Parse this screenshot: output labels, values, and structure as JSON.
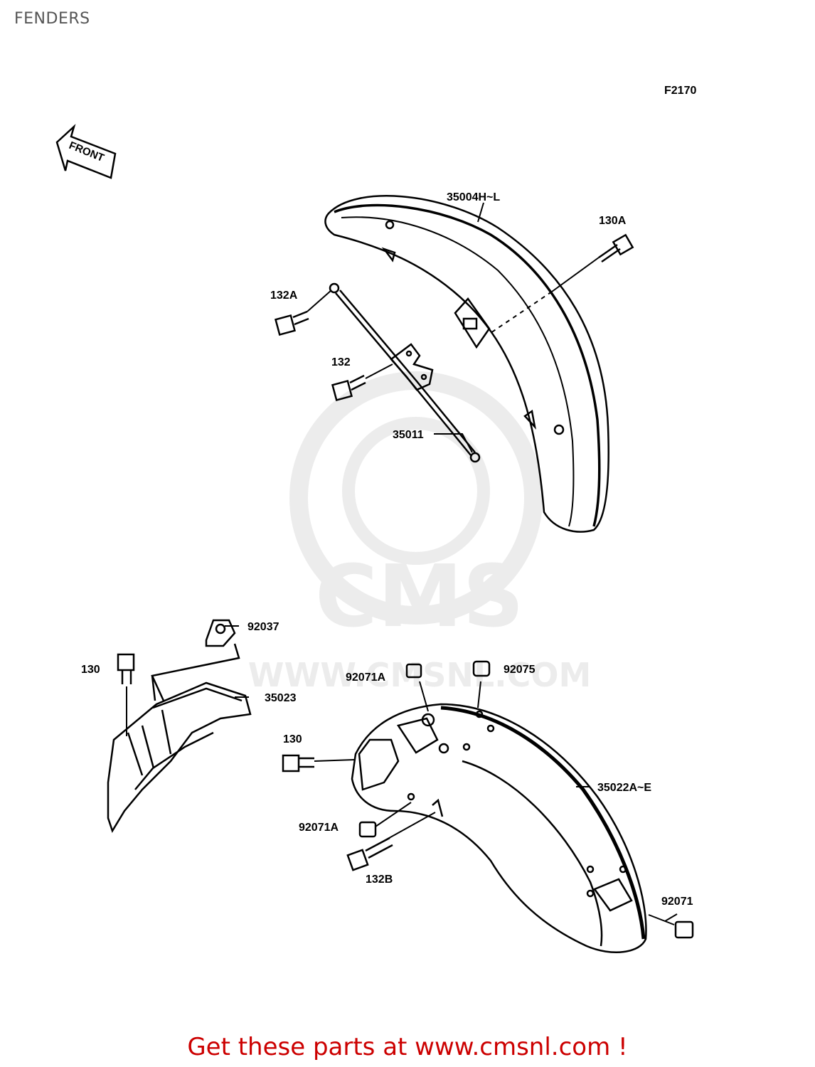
{
  "page": {
    "title": "FENDERS"
  },
  "figure": {
    "code": "F2170",
    "front_label": "FRONT"
  },
  "part_labels": [
    {
      "id": "front-fender",
      "text": "35004H~L"
    },
    {
      "id": "bolt-130a",
      "text": "130A"
    },
    {
      "id": "bolt-132a",
      "text": "132A"
    },
    {
      "id": "bolt-132",
      "text": "132"
    },
    {
      "id": "fender-stay",
      "text": "35011"
    },
    {
      "id": "clamp-92037",
      "text": "92037"
    },
    {
      "id": "bolt-130-inner",
      "text": "130"
    },
    {
      "id": "inner-fender",
      "text": "35023"
    },
    {
      "id": "nut-92071a-top",
      "text": "92071A"
    },
    {
      "id": "grommet-92075",
      "text": "92075"
    },
    {
      "id": "bolt-130-rear",
      "text": "130"
    },
    {
      "id": "rear-fender",
      "text": "35022A~E"
    },
    {
      "id": "nut-92071a-bottom",
      "text": "92071A"
    },
    {
      "id": "bolt-132b",
      "text": "132B"
    },
    {
      "id": "nut-92071",
      "text": "92071"
    }
  ],
  "watermark": {
    "brand": "CMS",
    "site": "WWW.CMSNL.COM"
  },
  "footer": {
    "link_text": "Get these parts at www.cmsnl.com !"
  }
}
